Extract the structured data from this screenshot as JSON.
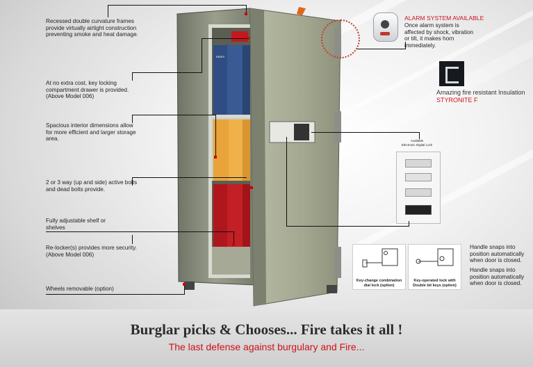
{
  "left_notes": [
    "Recessed double curvature frames provide virtually airtight construction preventing smoke and heat damage.",
    "At no extra cost, key locking compartment drawer is provided. (Above Model 006)",
    "Spacious interior dimensions allow for more efficient and larger storage area.",
    "2 or 3 way (up and side) active bolts and dead bolts provide.",
    "Fully adjustable shelf or shelves",
    "Re-locker(s) provides more security. (Above Model 006)",
    "Wheels removable (option)"
  ],
  "alarm": {
    "title": "ALARM SYSTEM AVAILABLE",
    "text": "Once alarm system is affected by shock, vibration or tilt, it makes horn immediately."
  },
  "insulation": {
    "text": "Amazing fire resistant Insulation",
    "brand": "STYRONITE F"
  },
  "digital_lock": {
    "title": "Available",
    "subtitle": "Electronic Digital Lock"
  },
  "binder_label": "INDEX",
  "locks": [
    "Key-change combination dial lock (option)",
    "Key-operated lock with Double bit keys (option)"
  ],
  "handle_notes": [
    "Handle snaps into position automatically when door is closed.",
    "Handle snaps into position automatically when door is closed."
  ],
  "headline": "Burglar picks & Chooses... Fire takes it all !",
  "subheadline": "The last defense against burgulary and Fire...",
  "colors": {
    "accent": "#d0101a",
    "safe_body": "#8a8f7e",
    "safe_door": "#a6ab93"
  }
}
